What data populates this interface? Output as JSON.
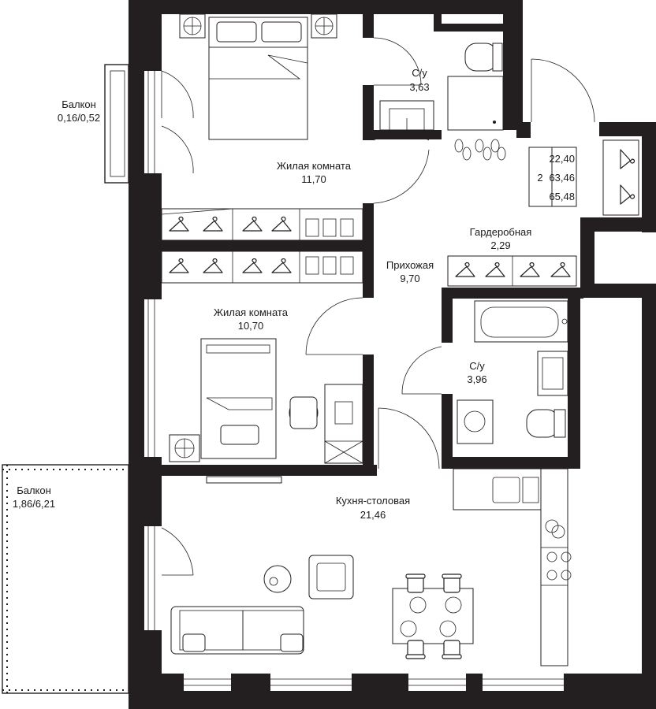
{
  "rooms": {
    "bedroom1": {
      "name": "Жилая комната",
      "area": "11,70"
    },
    "bedroom2": {
      "name": "Жилая комната",
      "area": "10,70"
    },
    "bath1": {
      "name": "С/у",
      "area": "3,63"
    },
    "bath2": {
      "name": "С/у",
      "area": "3,96"
    },
    "wardrobe": {
      "name": "Гардеробная",
      "area": "2,29"
    },
    "hall": {
      "name": "Прихожая",
      "area": "9,70"
    },
    "kitchen": {
      "name": "Кухня-столовая",
      "area": "21,46"
    },
    "balcony_small": {
      "name": "Балкон",
      "area": "0,16/0,52"
    },
    "balcony_large": {
      "name": "Балкон",
      "area": "1,86/6,21"
    }
  },
  "summary": {
    "rooms_count": "2",
    "living_area": "22,40",
    "total_area": "63,46",
    "total_with_balcony": "65,48"
  },
  "colors": {
    "wall": "#231f20",
    "background": "#ffffff"
  },
  "icons": [
    "hanger-icon",
    "bed-icon",
    "toilet-icon",
    "sink-icon",
    "shower-icon",
    "bathtub-icon",
    "washing-machine-icon",
    "stove-icon",
    "chair-icon",
    "plant-icon"
  ]
}
